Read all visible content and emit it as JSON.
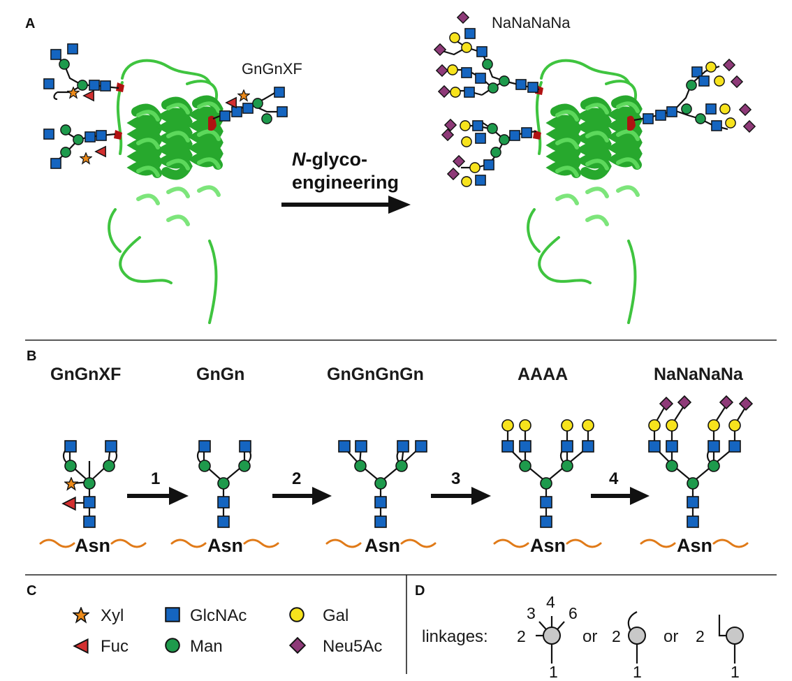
{
  "panels": {
    "a": "A",
    "b": "B",
    "c": "C",
    "d": "D"
  },
  "panel_a": {
    "left_label": "GnGnXF",
    "right_label": "NaNaNaNa",
    "arrow_label_italic": "N",
    "arrow_label_line1_rest": "-glyco-",
    "arrow_label_line2": "engineering"
  },
  "panel_b": {
    "structures": [
      {
        "title": "GnGnXF",
        "anchor": "Asn"
      },
      {
        "title": "GnGn",
        "anchor": "Asn"
      },
      {
        "title": "GnGnGnGn",
        "anchor": "Asn"
      },
      {
        "title": "AAAA",
        "anchor": "Asn"
      },
      {
        "title": "NaNaNaNa",
        "anchor": "Asn"
      }
    ],
    "steps": [
      "1",
      "2",
      "3",
      "4"
    ]
  },
  "panel_c": {
    "legend": [
      {
        "symbol": "star",
        "label": "Xyl",
        "color": "#ec8a1a"
      },
      {
        "symbol": "triangle",
        "label": "Fuc",
        "color": "#d32f2f"
      },
      {
        "symbol": "square",
        "label": "GlcNAc",
        "color": "#1565c0"
      },
      {
        "symbol": "circle",
        "label": "Man",
        "color": "#1e9a4c"
      },
      {
        "symbol": "circle",
        "label": "Gal",
        "color": "#f7e31d"
      },
      {
        "symbol": "diamond",
        "label": "Neu5Ac",
        "color": "#8e3a78"
      }
    ]
  },
  "panel_d": {
    "prefix": "linkages:",
    "or1": "or",
    "or2": "or",
    "pos_2": "2",
    "pos_3": "3",
    "pos_4": "4",
    "pos_6": "6",
    "pos_1": "1",
    "neutral_color": "#c8c8c8"
  },
  "colors": {
    "protein": "#27a82d",
    "glycosylation_site": "#b01212",
    "peptide_backbone": "#e07a18"
  }
}
